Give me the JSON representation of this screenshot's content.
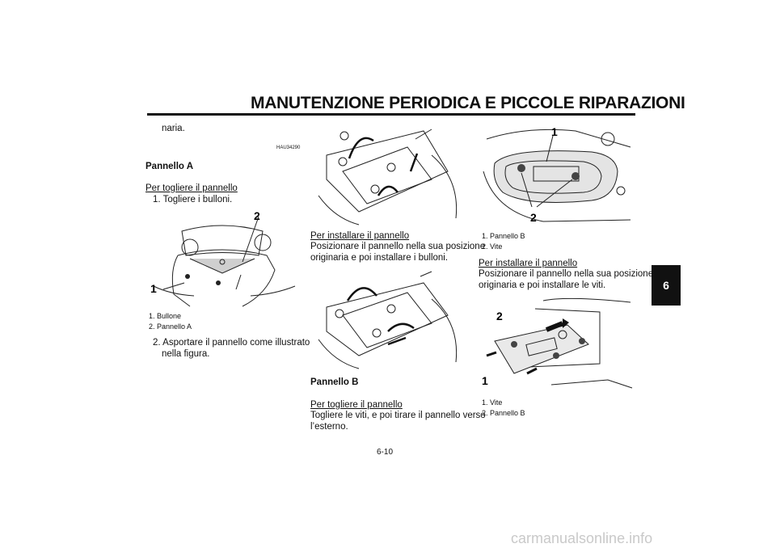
{
  "header": {
    "title": "MANUTENZIONE PERIODICA E PICCOLE RIPARAZIONI"
  },
  "chapter_tab": "6",
  "col1": {
    "continuation": "naria.",
    "code": "HAU34290",
    "heading": "Pannello A",
    "remove_heading": "Per togliere il pannello",
    "step1": "1. Togliere i bulloni.",
    "fig_labels": {
      "one": "1",
      "two": "2"
    },
    "legend": [
      "1. Bullone",
      "2. Pannello A"
    ],
    "step2_line1": "2. Asportare il pannello come illustrato",
    "step2_line2": "nella figura."
  },
  "col2": {
    "install_heading": "Per installare il pannello",
    "install_line1": "Posizionare il pannello nella sua posizione",
    "install_line2": "originaria e poi installare i bulloni.",
    "heading_b": "Pannello B",
    "remove_heading": "Per togliere il pannello",
    "remove_line1": "Togliere le viti, e poi tirare il pannello verso",
    "remove_line2": "l’esterno."
  },
  "col3": {
    "fig1_labels": {
      "one": "1",
      "two": "2"
    },
    "legend1": [
      "1. Pannello B",
      "2. Vite"
    ],
    "install_heading": "Per installare il pannello",
    "install_line1": "Posizionare il pannello nella sua posizione",
    "install_line2": "originaria e poi installare le viti.",
    "fig2_labels": {
      "two": "2",
      "one": "1"
    },
    "legend2": [
      "1. Vite",
      "2. Pannello B"
    ]
  },
  "page_number": "6-10",
  "watermark": "carmanualsonline.info"
}
